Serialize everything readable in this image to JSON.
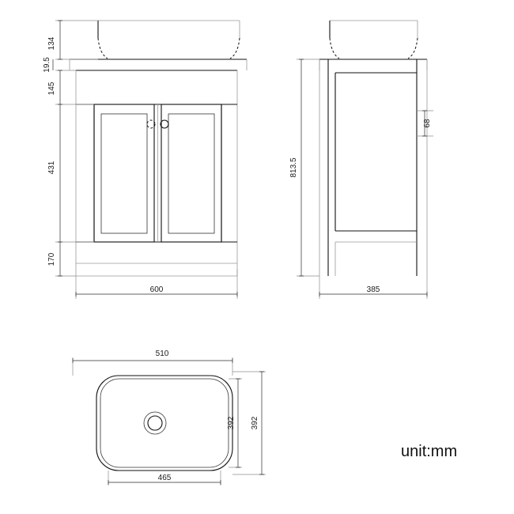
{
  "sheet": {
    "title": "Bathroom vanity unit technical drawing",
    "unit_note": "unit:mm",
    "background_color": "#ffffff",
    "line_color": "#111111",
    "dimension_color": "#2b2b2b"
  },
  "views": {
    "front": {
      "name": "front-elevation",
      "label": "",
      "dimensions": {
        "basin_height": "134",
        "counter_thickness": "19.5",
        "apron_height": "145",
        "door_height": "431",
        "plinth_height": "170",
        "overall_width": "600"
      }
    },
    "side": {
      "name": "side-elevation",
      "label": "",
      "dimensions": {
        "overall_height": "813.5",
        "rail_height": "68",
        "overall_depth": "385"
      }
    },
    "plan": {
      "name": "basin-plan",
      "label": "",
      "dimensions": {
        "basin_width_top": "510",
        "basin_depth_inner": "392",
        "basin_depth_outer": "392",
        "basin_width_bottom": "465"
      }
    }
  },
  "dimension_list": [
    {
      "id": "front-basin-height",
      "value": "134",
      "orientation": "vertical"
    },
    {
      "id": "front-counter-thickness",
      "value": "19.5",
      "orientation": "vertical"
    },
    {
      "id": "front-apron-height",
      "value": "145",
      "orientation": "vertical"
    },
    {
      "id": "front-door-height",
      "value": "431",
      "orientation": "vertical"
    },
    {
      "id": "front-plinth-height",
      "value": "170",
      "orientation": "vertical"
    },
    {
      "id": "front-overall-width",
      "value": "600",
      "orientation": "horizontal"
    },
    {
      "id": "side-overall-height",
      "value": "813.5",
      "orientation": "vertical"
    },
    {
      "id": "side-rail-height",
      "value": "68",
      "orientation": "vertical"
    },
    {
      "id": "side-overall-depth",
      "value": "385",
      "orientation": "horizontal"
    },
    {
      "id": "plan-width-top",
      "value": "510",
      "orientation": "horizontal"
    },
    {
      "id": "plan-depth-inner",
      "value": "392",
      "orientation": "vertical"
    },
    {
      "id": "plan-depth-outer",
      "value": "392",
      "orientation": "vertical"
    },
    {
      "id": "plan-width-bottom",
      "value": "465",
      "orientation": "horizontal"
    }
  ]
}
